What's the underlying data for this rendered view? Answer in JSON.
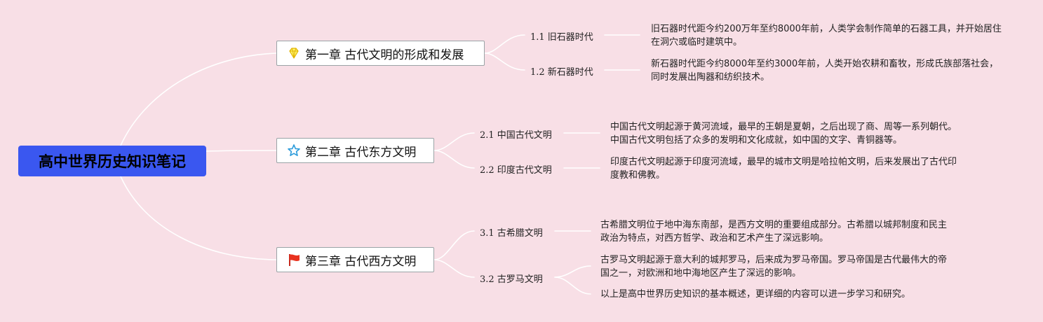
{
  "root": {
    "label": "高中世界历史知识笔记"
  },
  "chapters": [
    {
      "label": "第一章 古代文明的形成和发展",
      "icon": "gem-icon",
      "sections": [
        {
          "label": "1.1 旧石器时代",
          "notes": [
            "旧石器时代距今约200万年至约8000年前，人类学会制作简单的石器工具，并开始居住在洞穴或临时建筑中。"
          ]
        },
        {
          "label": "1.2 新石器时代",
          "notes": [
            "新石器时代距今约8000年至约3000年前，人类开始农耕和畜牧，形成氏族部落社会，同时发展出陶器和纺织技术。"
          ]
        }
      ]
    },
    {
      "label": "第二章 古代东方文明",
      "icon": "star-icon",
      "sections": [
        {
          "label": "2.1 中国古代文明",
          "notes": [
            "中国古代文明起源于黄河流域，最早的王朝是夏朝，之后出现了商、周等一系列朝代。中国古代文明包括了众多的发明和文化成就，如中国的文字、青铜器等。"
          ]
        },
        {
          "label": "2.2 印度古代文明",
          "notes": [
            "印度古代文明起源于印度河流域，最早的城市文明是哈拉帕文明，后来发展出了古代印度教和佛教。"
          ]
        }
      ]
    },
    {
      "label": "第三章 古代西方文明",
      "icon": "flag-icon",
      "sections": [
        {
          "label": "3.1 古希腊文明",
          "notes": [
            "古希腊文明位于地中海东南部，是西方文明的重要组成部分。古希腊以城邦制度和民主政治为特点，对西方哲学、政治和艺术产生了深远影响。"
          ]
        },
        {
          "label": "3.2 古罗马文明",
          "notes": [
            "古罗马文明起源于意大利的城邦罗马，后来成为罗马帝国。罗马帝国是古代最伟大的帝国之一，对欧洲和地中海地区产生了深远的影响。",
            "以上是高中世界历史知识的基本概述，更详细的内容可以进一步学习和研究。"
          ]
        }
      ]
    }
  ]
}
